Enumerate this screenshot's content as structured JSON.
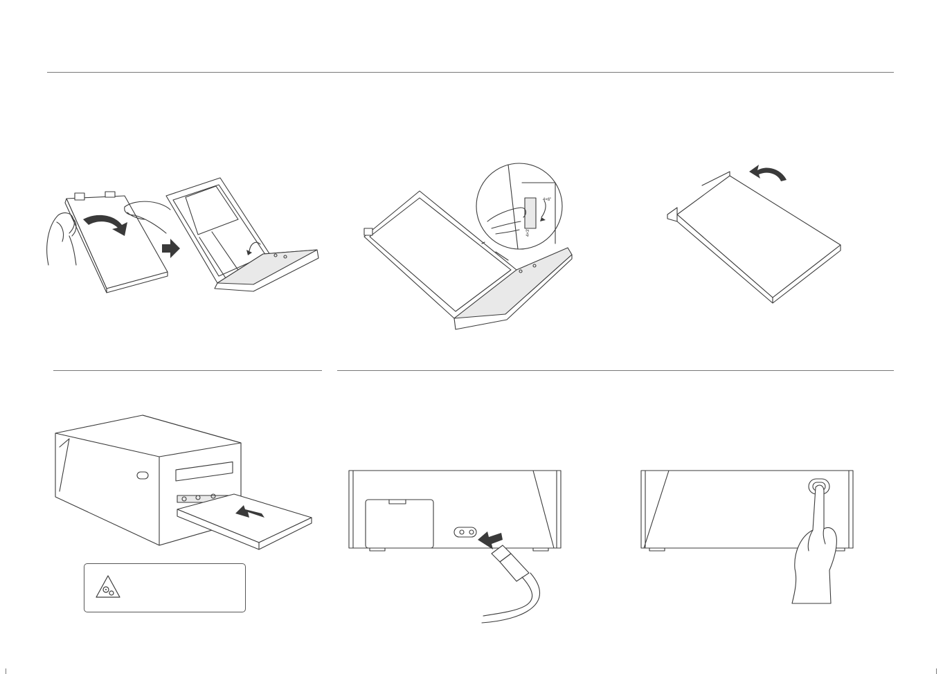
{
  "diagram": {
    "step_figures": [
      "remove-tray-lid",
      "set-paper-size-guide",
      "close-tray-cover",
      "insert-tray-into-printer",
      "connect-power-cable",
      "press-power-button"
    ],
    "size_guide": {
      "label_a": "4×6\"",
      "label_b": "4×3\""
    },
    "notice_box": {
      "icon": "gears-warning-icon",
      "text": ""
    }
  }
}
